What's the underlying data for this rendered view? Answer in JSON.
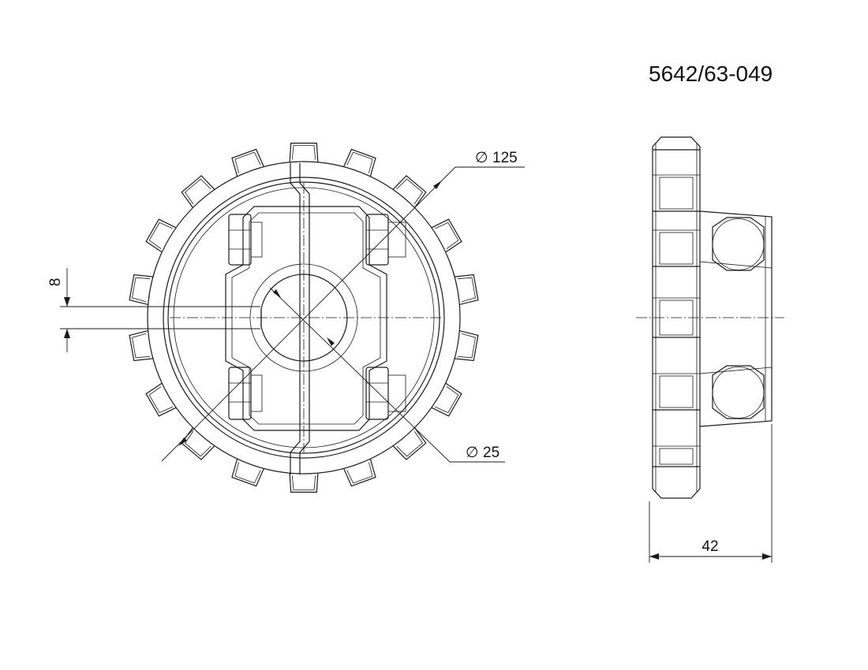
{
  "drawing": {
    "part_number": "5642/63-049",
    "dimensions": {
      "pitch_diameter": "125",
      "bore_diameter": "25",
      "keyway": "8",
      "width": "42"
    },
    "diameter_symbol": "∅"
  }
}
